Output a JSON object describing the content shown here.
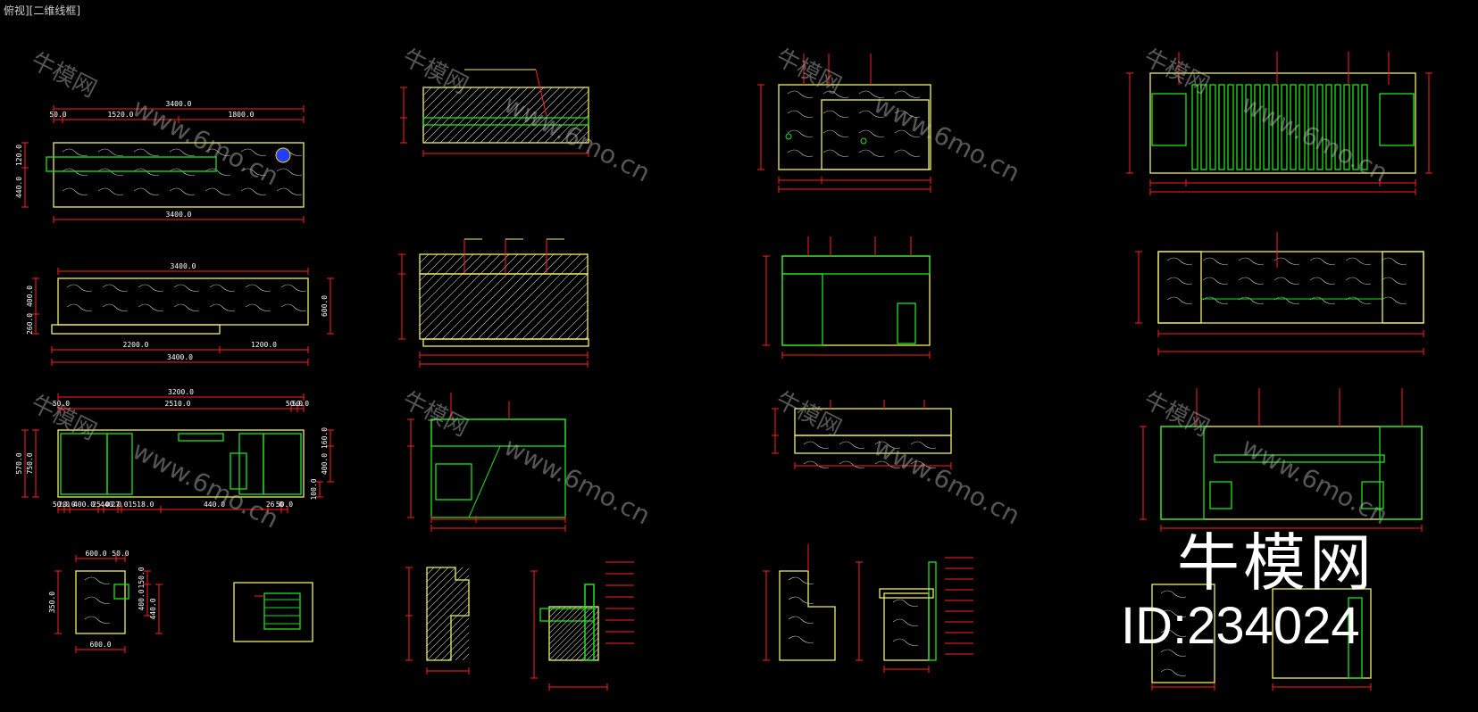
{
  "viewport_label": "俯视][二维线框]",
  "watermark": {
    "brand": "牛模网",
    "url": "www.6mo.cn",
    "id_label": "ID:234024"
  },
  "colors": {
    "background": "#000000",
    "dimension": "#ff1e1e",
    "outline_yellow": "#f0f060",
    "outline_green": "#20e020",
    "hatch": "#d8d8d8",
    "text": "#ffffff"
  },
  "drawings": [
    {
      "id": "plan-top-1",
      "dims_top": [
        "3400.0",
        "50.0",
        "1520.0",
        "1800.0"
      ],
      "dims_left": [
        "120.0",
        "440.0"
      ],
      "dims_bottom": [
        "3400.0"
      ]
    },
    {
      "id": "plan-top-2",
      "dims_top": [
        "3400.0"
      ],
      "dims_left": [
        "400.0",
        "260.0"
      ],
      "dims_right": [
        "600.0"
      ],
      "dims_bottom": [
        "2200.0",
        "1200.0",
        "3400.0"
      ]
    },
    {
      "id": "plan-top-3",
      "dims_top": [
        "3200.0",
        "50.0",
        "2510.0",
        "50.0",
        "50.0"
      ],
      "dims_left": [
        "570.0",
        "750.0"
      ],
      "dims_right": [
        "160.0",
        "400.0",
        "100.0"
      ],
      "dims_bottom": [
        "50.0",
        "20.0",
        "400.0",
        "25.0",
        "440.0",
        "27.0",
        "1518.0",
        "440.0",
        "26.0",
        "50.0"
      ]
    },
    {
      "id": "plan-small",
      "dims_top": [
        "600.0",
        "50.0"
      ],
      "dims_left": [
        "350.0"
      ],
      "dims_right": [
        "150.0",
        "400.0",
        "440.0"
      ],
      "dims_bottom": [
        "600.0"
      ]
    }
  ]
}
